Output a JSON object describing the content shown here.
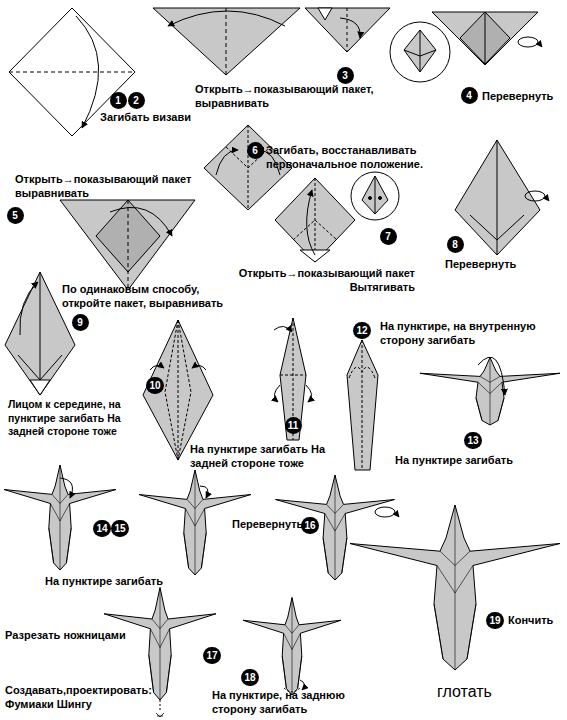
{
  "diagram": {
    "nodes": [
      {
        "text": [
          "1"
        ]
      },
      {
        "text": [
          "2"
        ]
      },
      {
        "text": [
          "3"
        ]
      },
      {
        "text": [
          "4"
        ]
      },
      {
        "text": [
          "5"
        ]
      },
      {
        "text": [
          "6"
        ]
      },
      {
        "text": [
          "7"
        ]
      },
      {
        "text": [
          "8"
        ]
      },
      {
        "text": [
          "9"
        ]
      },
      {
        "text": [
          "10"
        ]
      },
      {
        "text": [
          "11"
        ]
      },
      {
        "text": [
          "12"
        ]
      },
      {
        "text": [
          "13"
        ]
      },
      {
        "text": [
          "14"
        ]
      },
      {
        "text": [
          "15"
        ]
      },
      {
        "text": [
          "16"
        ]
      },
      {
        "text": [
          "17"
        ]
      },
      {
        "text": [
          "18"
        ]
      },
      {
        "text": [
          "19"
        ]
      }
    ],
    "labels": [
      "Загибать визави",
      "Открыть→показывающий пакет, выравнивать",
      "Перевернуть",
      "Загибать, восстанавливать первоначальное положение.",
      "Открыть→показывающий пакет выравнивать",
      "Открыть→показывающий пакет Вытягивать",
      "Перевернуть",
      "По одинаковым способу, откройте пакет, выравнивать",
      "Лицом к середине, на пунктире загибать На задней стороне тоже",
      "На пунктире загибать На задней стороне тоже",
      "На пунктире, на внутренную сторону загибать",
      "На пунктире загибать",
      "На пунктире загибать",
      "Перевернуть",
      "Разрезать ножницами",
      "Создавать,проектировать: Фумиаки Шингу",
      "На пунктире, на заднюю сторону загибать",
      "Кончить",
      "глотать"
    ]
  }
}
